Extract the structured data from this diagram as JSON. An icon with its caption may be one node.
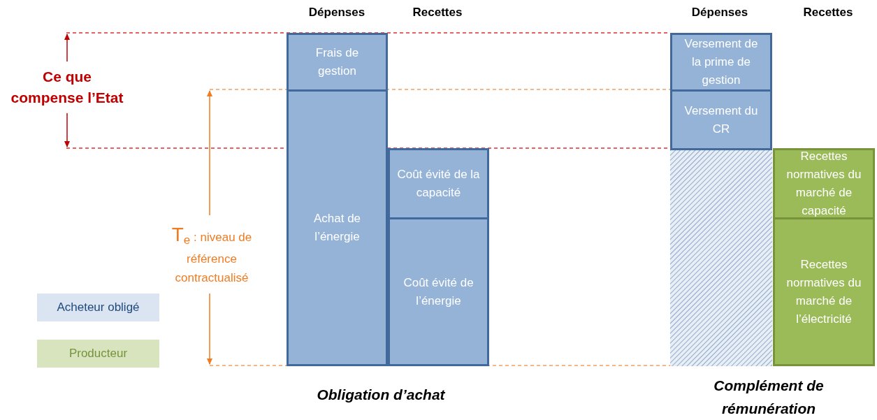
{
  "diagram": {
    "nodes": [
      {
        "text": [
          "Frais de gestion"
        ]
      },
      {
        "text": [
          "Achat de l’énergie"
        ]
      },
      {
        "text": [
          "Coût évité de la capacité"
        ]
      },
      {
        "text": [
          "Coût évité de l’énergie"
        ]
      },
      {
        "text": [
          "Versement de la prime de gestion"
        ]
      },
      {
        "text": [
          "Versement du CR"
        ]
      },
      {
        "text": [],
        "shape": "box"
      },
      {
        "text": [
          "Recettes normatives du marché de capacité"
        ]
      },
      {
        "text": [
          "Recettes normatives du marché de l’électricité"
        ]
      }
    ],
    "edges": [],
    "labels": [
      "Dépenses",
      "Recettes",
      "Dépenses",
      "Recettes",
      "Ce que compense l’Etat",
      "T$_{e}$ : niveau de référence contractualisé",
      "Obligation d’achat",
      "Complément de rémunération"
    ],
    "legend": [
      {
        "text": "Acheteur obligé",
        "color": "#dbe5f1"
      },
      {
        "text": "Producteur",
        "color": "#d7e4bd"
      }
    ]
  }
}
